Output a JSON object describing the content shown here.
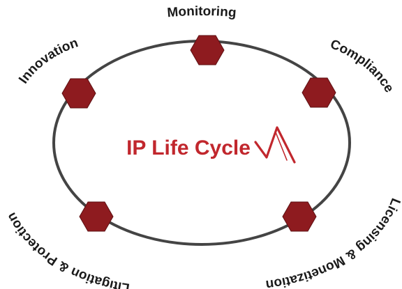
{
  "diagram": {
    "title": "IP Life Cycle",
    "stages": [
      {
        "label": "Monitoring"
      },
      {
        "label": "Compliance"
      },
      {
        "label": "Licensing & Monetization"
      },
      {
        "label": "Litigation & Protection"
      },
      {
        "label": "Innovation"
      }
    ]
  },
  "colors": {
    "ring": "#444444",
    "node": "#8e1b1f",
    "title": "#c1272d",
    "label": "#1a1a1a"
  },
  "icons": {
    "logo": "ip-life-cycle-logo-icon",
    "node": "hexagon-icon"
  }
}
